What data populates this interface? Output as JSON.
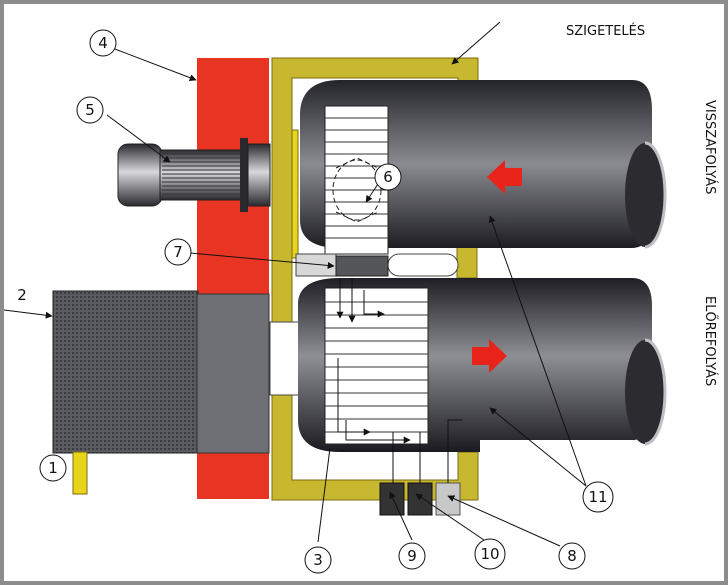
{
  "labels": {
    "insulation": "SZIGETELÉS",
    "return_flow": "VISSZAFOLYÁS",
    "supply_flow": "ELŐREFOLYÁS"
  },
  "callouts": {
    "c1": "1",
    "c2": "2",
    "c3": "3",
    "c4": "4",
    "c5": "5",
    "c6": "6",
    "c7": "7",
    "c8": "8",
    "c9": "9",
    "c10": "10",
    "c11": "11"
  },
  "colors": {
    "frame": "#8c8c8c",
    "wall": "#e83423",
    "insulation": "#c8b830",
    "pipe_dark": "#2a2a2e",
    "pipe_mid": "#6a6b70",
    "grate": "#44454a",
    "arrow": "#e8241a",
    "sensor_dark": "#333333",
    "sensor_light": "#c8c8c8"
  }
}
